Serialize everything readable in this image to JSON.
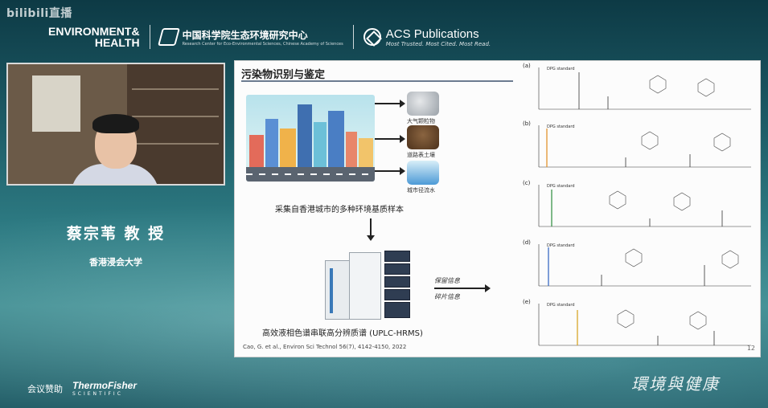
{
  "overlay": {
    "bilibili": "bilibili直播"
  },
  "header": {
    "env_line1": "ENVIRONMENT&",
    "env_line2": "HEALTH",
    "cas_title": "中国科学院生态环境研究中心",
    "cas_sub": "Research Center for Eco-Environmental Sciences, Chinese Academy of Sciences",
    "acs_title": "ACS Publications",
    "acs_tagline": "Most Trusted. Most Cited. Most Read."
  },
  "speaker": {
    "name": "蔡宗苇 教 授",
    "org": "香港浸会大学"
  },
  "footer": {
    "sponsor_label": "会议赞助",
    "sponsor_name": "ThermoFisher",
    "sponsor_sub": "SCIENTIFIC",
    "slogan": "環境與健康"
  },
  "slide": {
    "title": "污染物识别与鉴定",
    "samples": [
      {
        "label": "大气颗粒物",
        "color": "#b9bec4"
      },
      {
        "label": "道路表土壤",
        "color": "#6b4a2e"
      },
      {
        "label": "城市径流水",
        "color": "#7fb6e0"
      }
    ],
    "collect_caption": "采集自香港城市的多种环境基质样本",
    "hrms_caption": "高效液相色谱串联高分辨质谱 (UPLC-HRMS)",
    "note_line1": "保留信息",
    "note_line2": "碎片信息",
    "citation": "Cao, G. et al., Environ Sci Technol 56(7), 4142-4150, 2022",
    "page_number": "12",
    "panels": [
      {
        "letter": "(a)",
        "tag": "DPG standard"
      },
      {
        "letter": "(b)",
        "tag": "DPG standard"
      },
      {
        "letter": "(c)",
        "tag": "DPG standard"
      },
      {
        "letter": "(d)",
        "tag": "DPG standard"
      },
      {
        "letter": "(e)",
        "tag": "DPG standard"
      }
    ]
  }
}
